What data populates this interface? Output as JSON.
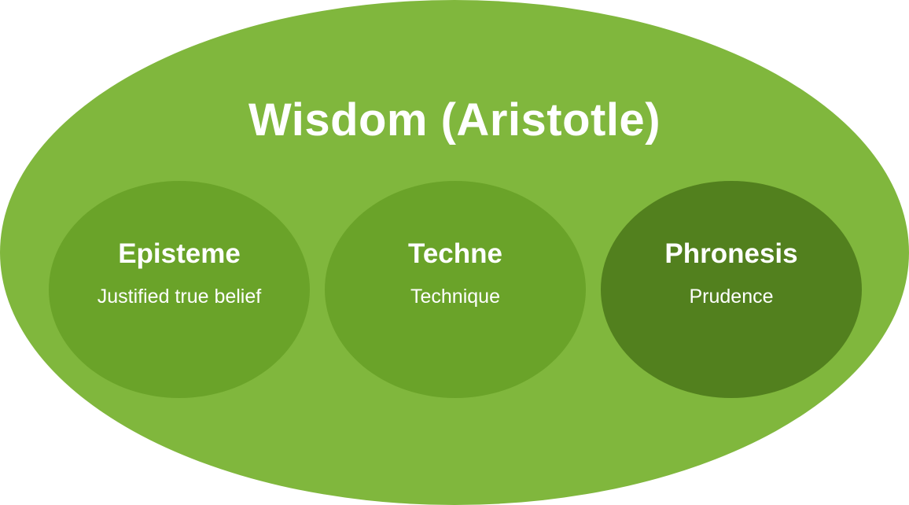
{
  "title": "Wisdom (Aristotle)",
  "colors": {
    "outer": "#80b73d",
    "episteme": "#6aa329",
    "techne": "#6aa329",
    "phronesis": "#52801e",
    "text": "#ffffff"
  },
  "concepts": [
    {
      "name": "Episteme",
      "description": "Justified true belief"
    },
    {
      "name": "Techne",
      "description": "Technique"
    },
    {
      "name": "Phronesis",
      "description": "Prudence"
    }
  ]
}
